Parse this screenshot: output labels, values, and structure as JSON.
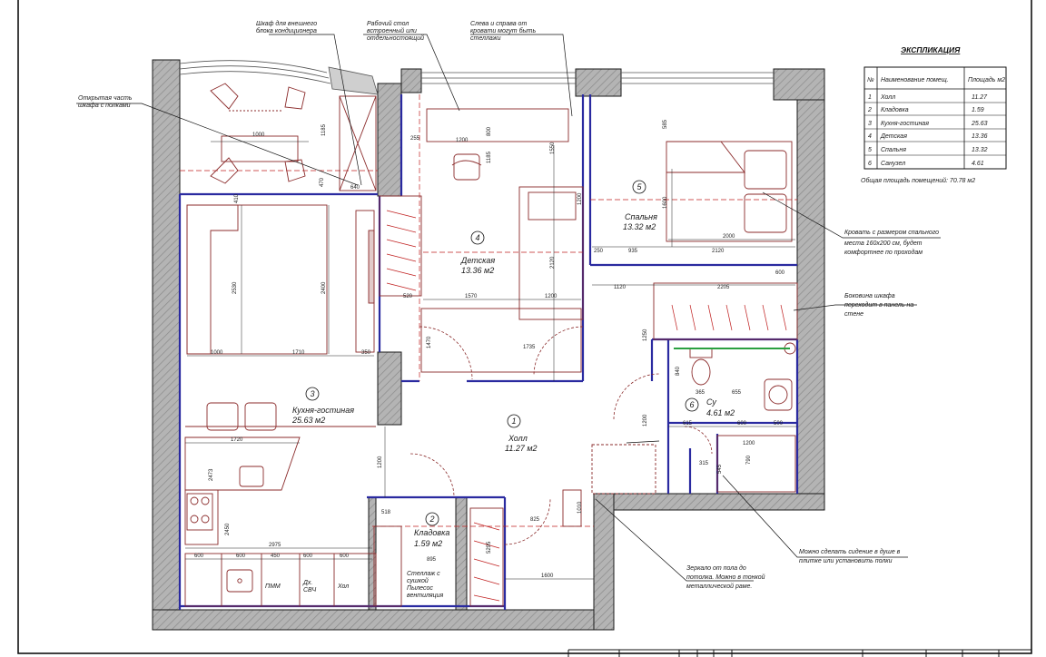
{
  "colors": {
    "wall": "#a0a0a0",
    "wall_outline": "#1a1a1a",
    "partition": "#2a2aa0",
    "furniture": "#8b2b2b",
    "dimension": "#222222",
    "axis": "#c02020",
    "window": "#555555",
    "shower_green": "#2aa040"
  },
  "rooms": [
    {
      "num": "1",
      "name": "Холл",
      "area": "11.27 м2"
    },
    {
      "num": "2",
      "name": "Кладовка",
      "area": "1.59 м2"
    },
    {
      "num": "3",
      "name": "Кухня-гостиная",
      "area": "25.63 м2"
    },
    {
      "num": "4",
      "name": "Детская",
      "area": "13.36 м2"
    },
    {
      "num": "5",
      "name": "Спальня",
      "area": "13.32 м2"
    },
    {
      "num": "6",
      "name": "Су",
      "area": "4.61 м2"
    }
  ],
  "annotations": {
    "ac_cabinet": [
      "Шкаф для внешнего",
      "блока кондиционера"
    ],
    "desk": [
      "Рабочий стол",
      "встроенный или",
      "отдельностоящий"
    ],
    "bed_sides": [
      "Слева и справа от",
      "кровати могут быть",
      "стеллажи"
    ],
    "open_shelves": [
      "Открытая часть",
      "шкафа с полками"
    ],
    "bed_size": [
      "Кровать с размером спального",
      "места 160х200 см, будет",
      "комфортнее по проходам"
    ],
    "wardrobe_side": [
      "Боковина шкафа",
      "переходит в панель на",
      "стене"
    ],
    "mirror": [
      "Зеркало от пола до",
      "потолка. Можно в тонкой",
      "металлической раме."
    ],
    "shower_seat": [
      "Можно сделать сидение в душе в",
      "плитке или установить полки"
    ],
    "pantry_racks": [
      "Стеллаж с",
      "сушкой",
      "Пылесос",
      "вентиляция"
    ]
  },
  "appliances": {
    "dishwasher": "ПММ",
    "microwave": [
      "Дх.",
      "СВЧ"
    ],
    "fridge": "Хол"
  },
  "dimensions": {
    "d1000a": "1000",
    "d1185": "1185",
    "d1200a": "1200",
    "d800": "800",
    "d1185b": "1185",
    "d640": "640",
    "d410": "410",
    "d470": "470",
    "d2120": "2120",
    "d1550": "1550",
    "d1200b": "1200",
    "d255": "255",
    "d2530": "2530",
    "d2400": "2400",
    "d520": "520",
    "d1570": "1570",
    "d1200c": "1200",
    "d1735": "1735",
    "d1470": "1470",
    "d1000b": "1000",
    "d1710": "1710",
    "d350": "350",
    "d250": "250",
    "d935": "935",
    "d2120b": "2120",
    "d2000": "2000",
    "d1600": "1600",
    "d585": "585",
    "d1120": "1120",
    "d2205": "2205",
    "d1250": "1250",
    "d365": "365",
    "d655": "655",
    "d840": "840",
    "d1200d": "1200",
    "d615": "615",
    "d600a": "600",
    "d500": "500",
    "d1200e": "1200",
    "d1720": "1720",
    "d2473": "2473",
    "d2975": "2975",
    "d600b": "600",
    "d600c": "600",
    "d450": "450",
    "d600d": "600",
    "d600e": "600",
    "d2450": "2450",
    "d1200f": "1200",
    "d825": "825",
    "d1010": "1010",
    "d895": "895",
    "d1600b": "1600",
    "d5295": "5295",
    "d518": "518",
    "d315": "315",
    "d545": "545",
    "d790": "790",
    "d600f": "600"
  },
  "explication": {
    "title": "ЭКСПЛИКАЦИЯ",
    "headers": [
      "№",
      "Наименование помещ.",
      "Площадь м2"
    ],
    "rows": [
      [
        "1",
        "Холл",
        "11.27"
      ],
      [
        "2",
        "Кладовка",
        "1.59"
      ],
      [
        "3",
        "Кухня-гостиная",
        "25.63"
      ],
      [
        "4",
        "Детская",
        "13.36"
      ],
      [
        "5",
        "Спальня",
        "13.32"
      ],
      [
        "6",
        "Санузел",
        "4.61"
      ]
    ],
    "total": "Общая площадь помещений: 70.78 м2"
  }
}
